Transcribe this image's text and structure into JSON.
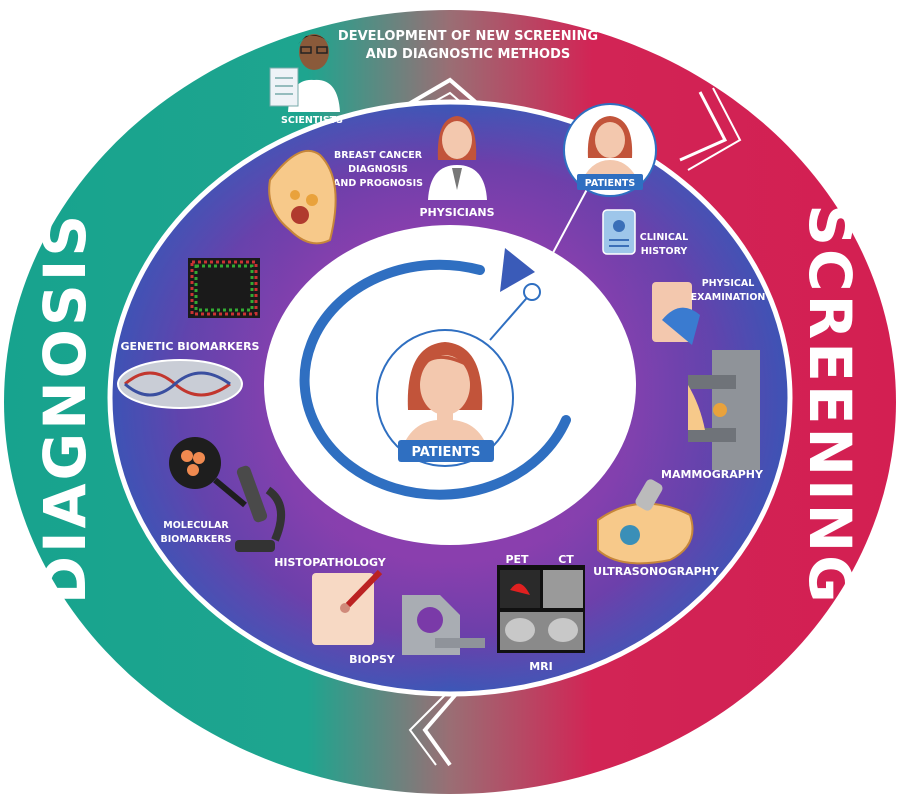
{
  "outer": {
    "left_label": "DIAGNOSIS",
    "right_label": "SCREENING",
    "top_title_line1": "DEVELOPMENT OF NEW SCREENING",
    "top_title_line2": "AND DIAGNOSTIC METHODS",
    "scientists_label": "SCIENTISTS"
  },
  "ring": {
    "physicians_label": "PHYSICIANS",
    "physicians_caption": [
      "BREAST CANCER",
      "DIAGNOSIS",
      "AND PROGNOSIS"
    ],
    "patients_small_label": "PATIENTS",
    "clinical_history": [
      "CLINICAL",
      "HISTORY"
    ],
    "physical_examination": [
      "PHYSICAL",
      "EXAMINATION"
    ],
    "mammography": "MAMMOGRAPHY",
    "ultrasonography": "ULTRASONOGRAPHY",
    "pet_label": "PET",
    "ct_label": "CT",
    "mri_label": "MRI",
    "biopsy": "BIOPSY",
    "histopathology": "HISTOPATHOLOGY",
    "molecular_biomarkers": [
      "MOLECULAR",
      "BIOMARKERS"
    ],
    "genetic_biomarkers": "GENETIC BIOMARKERS"
  },
  "center": {
    "patients_label": "PATIENTS"
  },
  "colors": {
    "teal": "#1aa58f",
    "crimson": "#d41f54",
    "ring_blue": "#3a57b5",
    "ring_purple": "#7a3aa8",
    "arrow_blue": "#2f6fc1",
    "skin": "#f3c8ae",
    "hair": "#c2543a"
  }
}
